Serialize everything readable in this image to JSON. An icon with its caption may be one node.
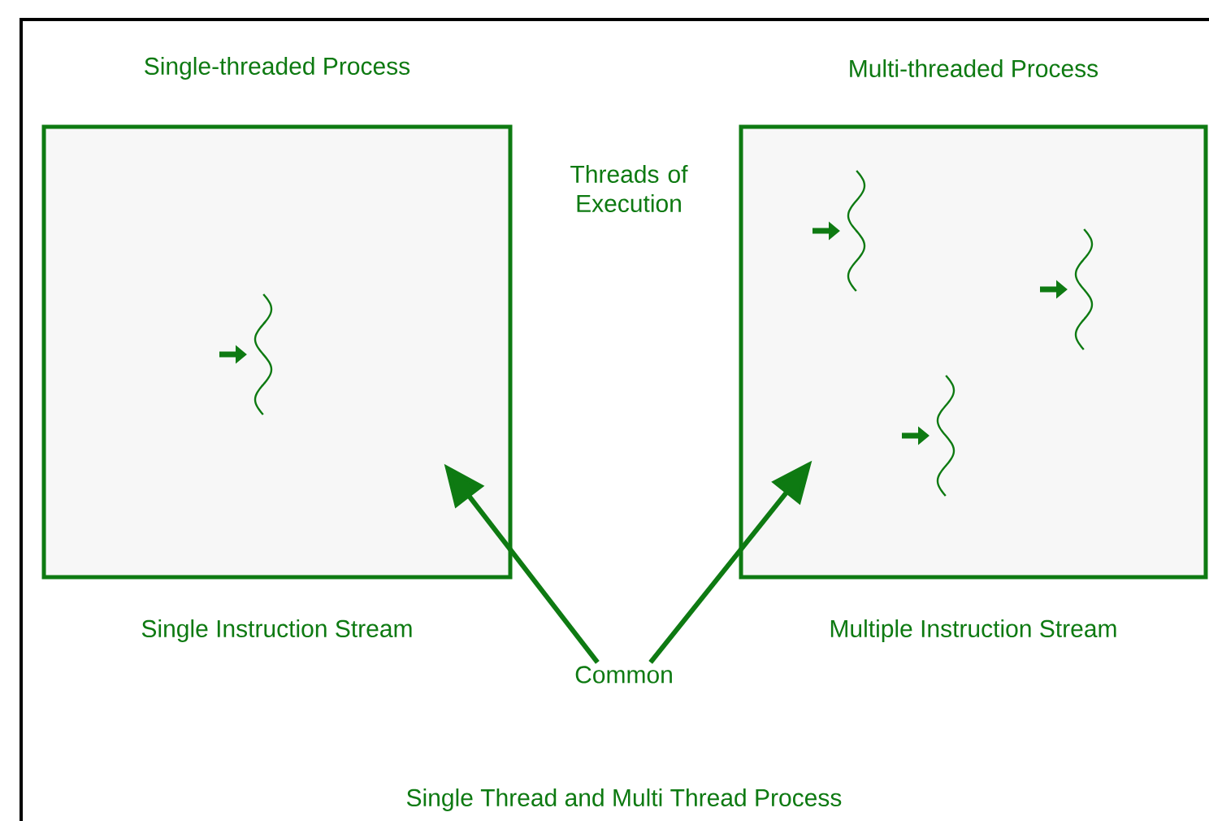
{
  "diagram": {
    "caption": "Single Thread and Multi Thread Process",
    "nodes": [
      {
        "text": [
          "Single-threaded Process"
        ],
        "beside": [
          "Single Instruction Stream"
        ]
      },
      {
        "text": [
          "Multi-threaded Process"
        ],
        "beside": [
          "Multiple Instruction Stream"
        ]
      },
      {
        "text": [
          "Common"
        ]
      },
      {
        "text": [],
        "shape": "picture",
        "in": 0
      },
      {
        "text": [],
        "shape": "picture",
        "in": 1
      },
      {
        "text": [],
        "shape": "picture",
        "in": 1
      },
      {
        "text": [],
        "shape": "picture",
        "in": 1
      }
    ],
    "edges": [
      {
        "from": 2,
        "to": 0,
        "arrow": "to"
      },
      {
        "from": 2,
        "to": 1,
        "arrow": "to"
      }
    ],
    "labels": [
      "Threads of Execution"
    ]
  }
}
